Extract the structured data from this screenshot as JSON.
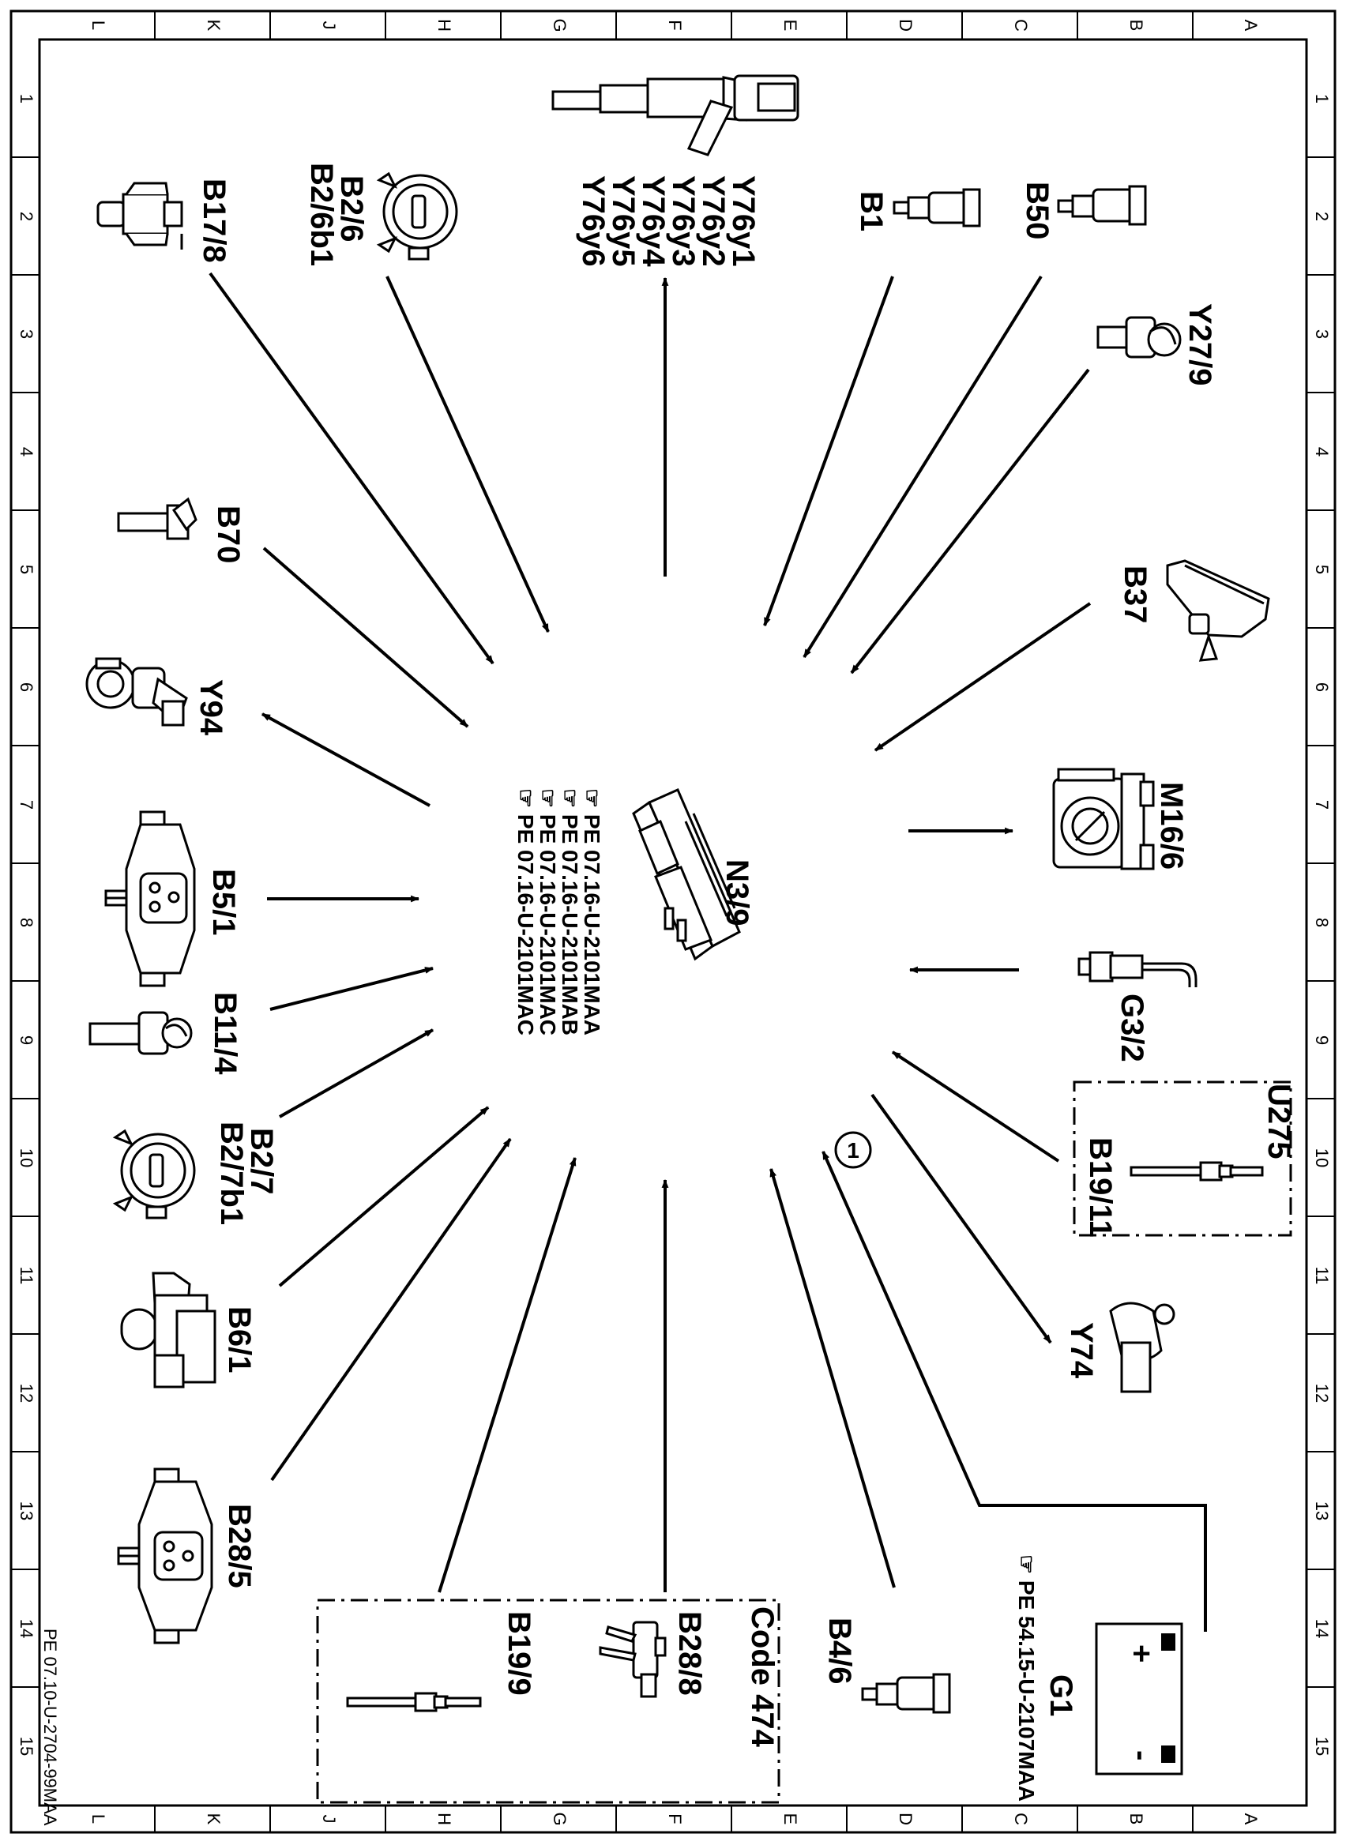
{
  "grid": {
    "letters": [
      "L",
      "K",
      "J",
      "H",
      "G",
      "F",
      "E",
      "D",
      "C",
      "B",
      "A"
    ],
    "numbers": [
      "1",
      "2",
      "3",
      "4",
      "5",
      "6",
      "7",
      "8",
      "9",
      "10",
      "11",
      "12",
      "13",
      "14",
      "15"
    ]
  },
  "center": {
    "label": "N3/9",
    "refs": [
      "PE 07.16-U-2101MAA",
      "PE 07.16-U-2101MAB",
      "PE 07.16-U-2101MAC",
      "PE 07.16-U-2101MAC"
    ]
  },
  "components": {
    "y76": [
      "Y76y1",
      "Y76y2",
      "Y76y3",
      "Y76y4",
      "Y76y5",
      "Y76y6"
    ],
    "b1": "B1",
    "b50": "B50",
    "y27_9": "Y27/9",
    "b37": "B37",
    "m16_6": "M16/6",
    "g3_2": "G3/2",
    "u275": "U275",
    "b19_11": "B19/11",
    "y74": "Y74",
    "circle_ref": "1",
    "g1": "G1",
    "g1_ref": "PE 54.15-U-2107MAA",
    "battery_plus": "+",
    "battery_minus": "-",
    "b4_6": "B4/6",
    "code_474": "Code 474",
    "b28_8": "B28/8",
    "b19_9": "B19/9",
    "b28_5": "B28/5",
    "b6_1": "B6/1",
    "b2_7": [
      "B2/7",
      "B2/7b1"
    ],
    "b11_4": "B11/4",
    "b5_1": "B5/1",
    "y94": "Y94",
    "b70": "B70",
    "b17_8": "B17/8",
    "b2_6": [
      "B2/6",
      "B2/6b1"
    ]
  },
  "document_id": "PE 07.10-U-2704-99MAA"
}
